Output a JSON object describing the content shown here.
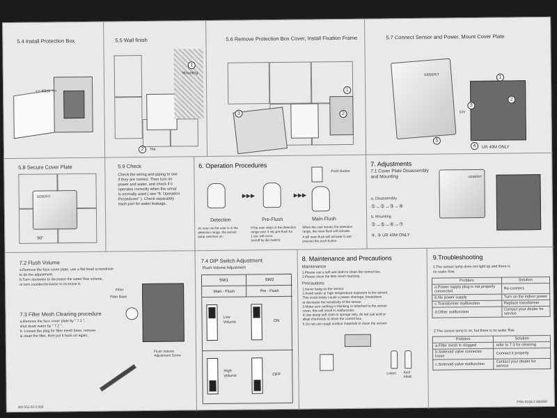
{
  "sections": {
    "s54": {
      "title": "5.4 Install Protection Box",
      "callout": "<< Klick >>"
    },
    "s55": {
      "title": "5.5 Wall finish",
      "mounting": "Mounting",
      "tile": "Tile"
    },
    "s56": {
      "title": "5.6 Remove Protection Box Cover, Install Fixation Frame"
    },
    "s57": {
      "title": "5.7 Connect Sensor and Power, Mount Cover Plate",
      "brand": "GEBERIT",
      "model": "UR 40M ONLY",
      "vac": "12V"
    },
    "s58": {
      "title": "5.8 Secure Cover Plate",
      "brand": "GEBERIT",
      "angle": "90°"
    },
    "s59": {
      "title": "5.9 Check",
      "body": "Check the wiring and piping to see\nif they are correct. Then turn on\npower and water, and check if it\noperates correctly when the urinal\nis normally used ( see \"6. Operation\nProcedures\" ). Check separately\neach part for water leakage."
    },
    "s6": {
      "title": "6. Operation Procedures",
      "push_button": "Push Button",
      "detection": "Detection",
      "preflush": "Pre-Flush",
      "mainflush": "Main-Flush",
      "desc_detection": "As soon as the user is in the\ndetection range, the sensor\nlamp switches on.",
      "desc_preflush": "If the user stays in the detection\nrange over 3 sec,pre-flush for\n1 sec will occur.\n(on/off by dip switch)",
      "desc_main1": "When the user leaves the detection\nrange, the main flush will activate.",
      "desc_main2": "A full main flush will activate if user\npresses the push button."
    },
    "s7": {
      "title": "7. Adjustments",
      "sub": "7.1 Cover Plate Disassembly\n    and Mounting",
      "disassembly": "a. Disassembly",
      "mounting": "b. Mounting",
      "model": "UR 40M ONLY",
      "brand": "GEBERIT"
    },
    "s72": {
      "title": "7.2 Flush Volume",
      "body": "a.Remove the face cover plate, use a flat head screwdriver\n   to do the adjustment.\nb.Turn clockwise to decrease the water flow volume,\n   or turn counterclockwise to increase it."
    },
    "s73": {
      "title": "7.3 Filter Mesh Cleaning procedure",
      "body": "a.Remove the face cover plate by \" 7.1 \",\n   shut down water by \" 7.2 \".\nb. Loosen the plug for filter mesh base, remove\n   & clean the filter, then put it back on again.",
      "filter": "Filter",
      "filter_base": "Filter Base",
      "fv_screw": "Flush Volume\nAdjustment Screw"
    },
    "s74": {
      "title": "7.4 DIP Switch Adjustment",
      "sub": "Flush Volume Adjustment",
      "headers": [
        "SW1",
        "SW2"
      ],
      "subheaders": [
        "Main - Flush",
        "Pre - Flush"
      ],
      "on": "ON",
      "rows": [
        {
          "label": "Low\nVolume",
          "state": "ON"
        },
        {
          "label": "High\nVolume",
          "state": "OFF"
        }
      ]
    },
    "s8": {
      "title": "8. Maintenance and Precautions",
      "maint": "Maintenance",
      "maint_items": "1.Please use a soft wet cloth to clean the control box.\n2.Please clean the filter mesh routinely.",
      "prec": "Precautions",
      "prec_items": "1.Never bang on the sensor.\n2.Avoid water or high temperature exposure to the sensor.\n   This could easily cause a power shortage, breakdown\n   or decrease the sensitivity of the sensor.\n3.Make sure nothing is blocking or attached to the sensor\n   cover, this will result in malfunction.\n4.Use damp soft cloth or sponge only, do not use acid or\n   alkali chemicals to clean the control box.\n5.Do not use rough surface materials to clean the sensor.",
      "lotion": "Lotion",
      "acid": "Acid\nAlkali"
    },
    "s9": {
      "title": "9.Troubleshooting",
      "t1": "1.The sensor lamp does not light up and there is\n   no water flow.",
      "col_problem": "Problem",
      "col_solution": "Solution",
      "rows1": [
        [
          "a.Power supply plug is not properly connected.",
          "Re-connect."
        ],
        [
          "b.No power supply",
          "Turn on the indoor power"
        ],
        [
          "c.Transformer malfunction",
          "Replace transformer"
        ],
        [
          "d.Other malfunction",
          "Contact your dealer for service"
        ]
      ],
      "t2": "2.The sensor lamp is on, but there is no water flow.",
      "rows2": [
        [
          "a.Filter mesh is clogged",
          "refer to 7.3 for cleaning"
        ],
        [
          "b.Solenoid valve connector loose",
          "Connect it properly"
        ],
        [
          "c.Solenoid valve malfunction",
          "Contact your dealer for service"
        ]
      ]
    }
  },
  "footer": {
    "left": "W4 553.00 0.000",
    "right": "PRN 8104.2 000000"
  }
}
